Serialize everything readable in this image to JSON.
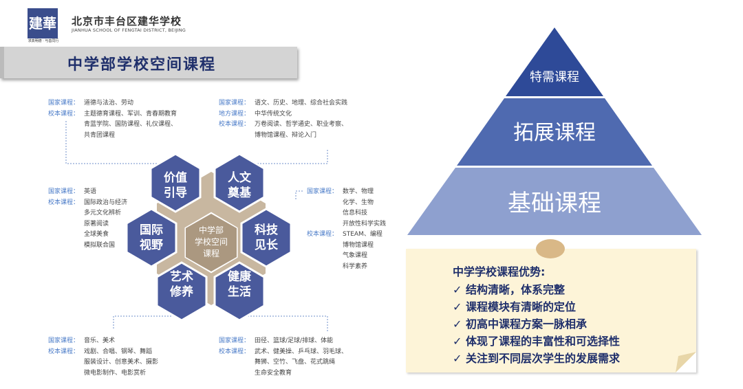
{
  "header": {
    "logo_char": "建華",
    "logo_motto": "求真明德 · 与善同行",
    "school_cn": "北京市丰台区建华学校",
    "school_en": "JIANHUA SCHOOL OF FENGTAI DISTRICT, BEIJING"
  },
  "title": "中学部学校空间课程",
  "hexagons": {
    "center": [
      "中学部",
      "学校空间",
      "课程"
    ],
    "values": [
      "价值",
      "引导"
    ],
    "humanities": [
      "人文",
      "奠基"
    ],
    "international": [
      "国际",
      "视野"
    ],
    "science": [
      "科技",
      "见长"
    ],
    "arts": [
      "艺术",
      "修养"
    ],
    "health": [
      "健康",
      "生活"
    ]
  },
  "blocks": {
    "top_left": {
      "national_label": "国家课程：",
      "national": "道德与法治、劳动",
      "school_label": "校本课程：",
      "school": [
        "主题德育课程、军训、青春期教育",
        "青蓝学院、国防课程、礼仪课程、",
        "共青团课程"
      ]
    },
    "top_right": {
      "national_label": "国家课程：",
      "national": "语文、历史、地理、综合社会实践",
      "local_label": "地方课程：",
      "local": "中华传统文化",
      "school_label": "校本课程：",
      "school": [
        "万卷阅读、哲学通史、职业考察、",
        "博物馆课程、辩论入门"
      ]
    },
    "mid_left": {
      "national_label": "国家课程：",
      "national": "英语",
      "school_label": "校本课程：",
      "school": [
        "国际政治与经济",
        "多元文化辨析",
        "原著阅读",
        "全球美食",
        "模拟联合国"
      ]
    },
    "mid_right": {
      "national_label": "国家课程：",
      "national": [
        "数学、物理",
        "化学、生物",
        "信息科技",
        "开放性科学实践"
      ],
      "school_label": "校本课程：",
      "school": [
        "STEAM、编程",
        "博物馆课程",
        "气象课程",
        "科学素养"
      ]
    },
    "bottom_left": {
      "national_label": "国家课程：",
      "national": "音乐、美术",
      "school_label": "校本课程：",
      "school": [
        "戏剧、合唱、钢琴、舞蹈",
        "服装设计、创意美术、摄影",
        "微电影制作、电影赏析"
      ]
    },
    "bottom_right": {
      "national_label": "国家课程：",
      "national": "田径、篮球/足球/排球、体能",
      "school_label": "校本课程：",
      "school": [
        "武术、健美操、乒乓球、羽毛球、",
        "舞狮、空竹、飞盘、花式跳绳",
        "生命安全教育"
      ]
    }
  },
  "pyramid": {
    "top": "特需课程",
    "middle": "拓展课程",
    "bottom": "基础课程"
  },
  "advantages": {
    "title": "中学学校课程优势:",
    "check": "✓",
    "items": [
      "结构清晰，体系完整",
      "课程模块有清晰的定位",
      "初高中课程方案一脉相承",
      "体现了课程的丰富性和可选择性",
      "关注到不同层次学生的发展需求"
    ]
  },
  "colors": {
    "hex_fill": "#4a5a9c",
    "tan": "#c8b7a0",
    "pyramid_top": "#2e4a98",
    "pyramid_mid": "#4f6ab0",
    "pyramid_bottom": "#8ea0cf",
    "label_blue": "#4a7bc8",
    "note_bg": "#fdf4d8"
  }
}
